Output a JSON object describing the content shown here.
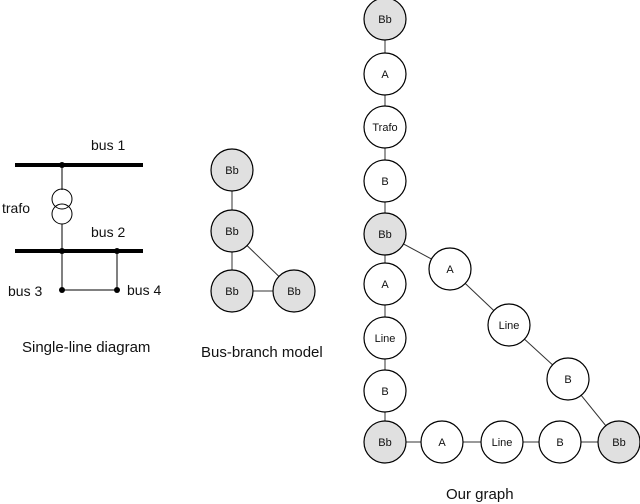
{
  "single_line_diagram": {
    "caption": "Single-line diagram",
    "labels": {
      "bus1": "bus 1",
      "bus2": "bus 2",
      "bus3": "bus 3",
      "bus4": "bus 4",
      "trafo": "trafo"
    }
  },
  "bus_branch_model": {
    "caption": "Bus-branch model",
    "nodes": [
      {
        "id": "bb1",
        "label": "Bb",
        "kind": "busbar"
      },
      {
        "id": "bb2",
        "label": "Bb",
        "kind": "busbar"
      },
      {
        "id": "bb3",
        "label": "Bb",
        "kind": "busbar"
      },
      {
        "id": "bb4",
        "label": "Bb",
        "kind": "busbar"
      }
    ],
    "edges": [
      [
        "bb1",
        "bb2"
      ],
      [
        "bb2",
        "bb3"
      ],
      [
        "bb2",
        "bb4"
      ],
      [
        "bb3",
        "bb4"
      ]
    ]
  },
  "our_graph": {
    "caption": "Our graph",
    "nodes": [
      {
        "id": "v1",
        "label": "Bb",
        "kind": "busbar"
      },
      {
        "id": "v2",
        "label": "A",
        "kind": "element"
      },
      {
        "id": "v3",
        "label": "Trafo",
        "kind": "element"
      },
      {
        "id": "v4",
        "label": "B",
        "kind": "element"
      },
      {
        "id": "v5",
        "label": "Bb",
        "kind": "busbar"
      },
      {
        "id": "v6",
        "label": "A",
        "kind": "element"
      },
      {
        "id": "v7",
        "label": "Line",
        "kind": "element"
      },
      {
        "id": "v8",
        "label": "B",
        "kind": "element"
      },
      {
        "id": "v9",
        "label": "Bb",
        "kind": "busbar"
      },
      {
        "id": "d1",
        "label": "A",
        "kind": "element"
      },
      {
        "id": "d2",
        "label": "Line",
        "kind": "element"
      },
      {
        "id": "d3",
        "label": "B",
        "kind": "element"
      },
      {
        "id": "h1",
        "label": "A",
        "kind": "element"
      },
      {
        "id": "h2",
        "label": "Line",
        "kind": "element"
      },
      {
        "id": "h3",
        "label": "B",
        "kind": "element"
      },
      {
        "id": "h4",
        "label": "Bb",
        "kind": "busbar"
      }
    ],
    "edges": [
      [
        "v1",
        "v2"
      ],
      [
        "v2",
        "v3"
      ],
      [
        "v3",
        "v4"
      ],
      [
        "v4",
        "v5"
      ],
      [
        "v5",
        "v6"
      ],
      [
        "v6",
        "v7"
      ],
      [
        "v7",
        "v8"
      ],
      [
        "v8",
        "v9"
      ],
      [
        "v5",
        "d1"
      ],
      [
        "d1",
        "d2"
      ],
      [
        "d2",
        "d3"
      ],
      [
        "d3",
        "h4"
      ],
      [
        "v9",
        "h1"
      ],
      [
        "h1",
        "h2"
      ],
      [
        "h2",
        "h3"
      ],
      [
        "h3",
        "h4"
      ]
    ]
  },
  "colors": {
    "busbar_fill": "#e0e0e0",
    "element_fill": "#ffffff",
    "stroke": "#000000"
  }
}
